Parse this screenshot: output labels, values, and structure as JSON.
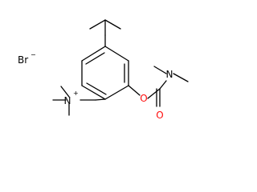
{
  "molecule": {
    "counterion": {
      "symbol": "Br",
      "charge": "−"
    },
    "ammonium": {
      "symbol": "N",
      "charge": "+"
    },
    "carbamate_oxygen": {
      "symbol": "O"
    },
    "carbonyl_oxygen": {
      "symbol": "O"
    },
    "amide_nitrogen": {
      "symbol": "N"
    }
  },
  "colors": {
    "bond": "#000000",
    "oxygen": "#ff0d0d",
    "nitrogen": "#000000",
    "background": "#ffffff"
  }
}
